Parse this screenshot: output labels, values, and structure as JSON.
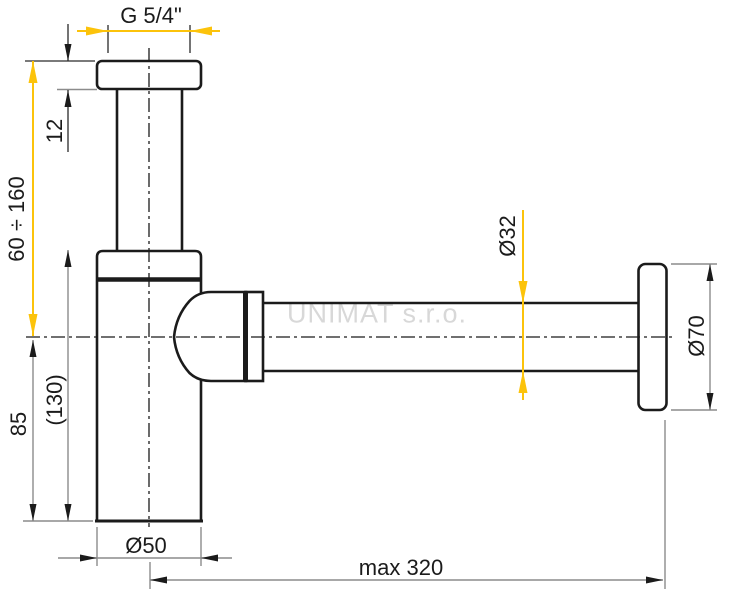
{
  "drawing": {
    "title": "siphon-technical-drawing",
    "watermark": "UNIMAT s.r.o.",
    "dimensions": {
      "thread": "G 5/4\"",
      "nut_height": "12",
      "inlet_range": "60 ÷ 160",
      "body_height_ref": "(130)",
      "body_height": "85",
      "cup_diameter": "Ø50",
      "max_reach": "max 320",
      "pipe_diameter": "Ø32",
      "flange_diameter": "Ø70"
    },
    "colors": {
      "accent": "#fcc30b",
      "outline": "#1b1b1b",
      "dim_line": "#8c8c8c",
      "watermark": "#d8d8d8",
      "background": "#ffffff"
    }
  }
}
